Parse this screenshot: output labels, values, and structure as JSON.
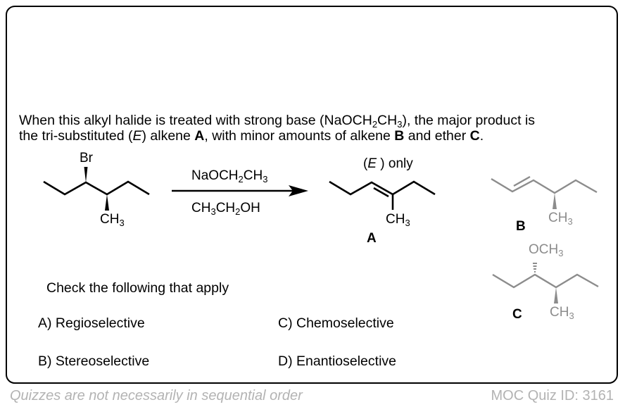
{
  "question": {
    "intro_line1_a": "When this alkyl halide is treated with strong base (NaOCH",
    "intro_line1_sub1": "2",
    "intro_line1_b": "CH",
    "intro_line1_sub2": "3",
    "intro_line1_c": "), the major product is",
    "intro_line2_a": "the tri-substituted (",
    "intro_line2_E": "E",
    "intro_line2_b": ") alkene ",
    "intro_line2_A": "A",
    "intro_line2_c": ", with minor amounts of alkene ",
    "intro_line2_B": "B",
    "intro_line2_d": " and ether ",
    "intro_line2_C": "C",
    "intro_line2_e": "."
  },
  "scheme": {
    "starting_material": {
      "substituent_top": "Br",
      "substituent_bottom_main": "CH",
      "substituent_bottom_sub": "3"
    },
    "reagent_above": {
      "main1": "NaOCH",
      "sub1": "2",
      "main2": "CH",
      "sub2": "3"
    },
    "reagent_below": {
      "main1": "CH",
      "sub1": "3",
      "main2": "CH",
      "sub2": "2",
      "main3": "OH"
    },
    "product_a": {
      "note_open": "(",
      "note_E": "E",
      "note_close": " ) only",
      "methyl_main": "CH",
      "methyl_sub": "3",
      "label": "A"
    },
    "product_b": {
      "methyl_main": "CH",
      "methyl_sub": "3",
      "label": "B"
    },
    "product_c": {
      "ether_main": "OCH",
      "ether_sub": "3",
      "methyl_main": "CH",
      "methyl_sub": "3",
      "label": "C"
    },
    "colors": {
      "main": "#000000",
      "minor": "#8c8c8c"
    }
  },
  "prompt": "Check the following that apply",
  "options": [
    {
      "label": "A) Regioselective"
    },
    {
      "label": "B) Stereoselective"
    },
    {
      "label": "C) Chemoselective"
    },
    {
      "label": "D) Enantioselective"
    }
  ],
  "footer": {
    "left": "Quizzes are not necessarily in sequential order",
    "right": "MOC Quiz ID: 3161"
  }
}
